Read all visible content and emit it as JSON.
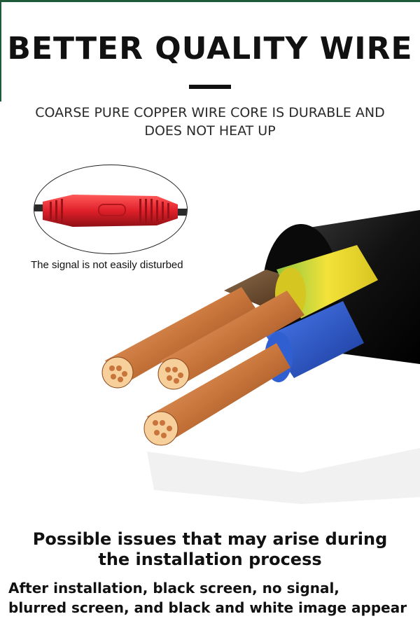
{
  "header": {
    "title": "BETTER QUALITY WIRE",
    "subtitle_line1": "COARSE PURE COPPER WIRE CORE IS DURABLE AND",
    "subtitle_line2": "DOES NOT HEAT UP"
  },
  "connector": {
    "caption": "The signal is not easily disturbed",
    "connector_color": "#e0202a"
  },
  "cable": {
    "jacket_color": "#111111",
    "core_colors": [
      "#6b4a2a",
      "#f2e23a",
      "#2f5fd1"
    ],
    "copper_color": "#c8743a"
  },
  "issues": {
    "title_line1": "Possible issues that may arise during",
    "title_line2": "the installation process",
    "text_line1": "After installation, black screen, no signal,",
    "text_line2": "blurred screen, and black and white image appear"
  }
}
